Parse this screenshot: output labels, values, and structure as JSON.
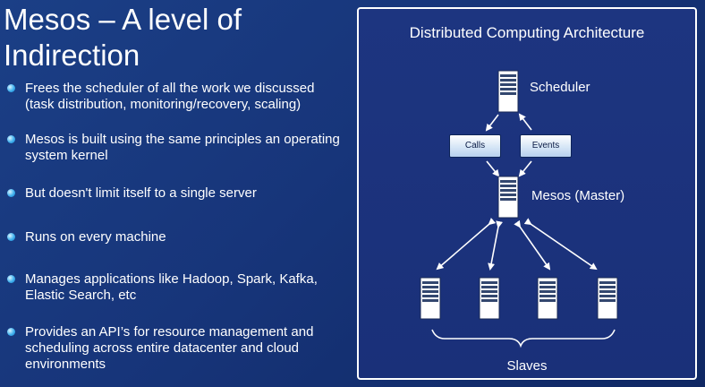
{
  "slide": {
    "title": "Mesos – A level of Indirection",
    "bullets": [
      "Frees the scheduler of all the work we discussed (task distribution, monitoring/recovery, scaling)",
      "Mesos is built using the same principles an operating system kernel",
      "But doesn't limit itself to a single server",
      "Runs on every machine",
      "Manages applications like Hadoop, Spark, Kafka, Elastic Search, etc",
      "Provides an API’s for resource management and scheduling across entire datacenter and cloud environments"
    ]
  },
  "diagram": {
    "title": "Distributed Computing Architecture",
    "scheduler_label": "Scheduler",
    "calls_label": "Calls",
    "events_label": "Events",
    "master_label": "Mesos (Master)",
    "slaves_label": "Slaves"
  },
  "colors": {
    "background": "#17357a",
    "panel": "#1b327c",
    "bullet": "#3fb0ee"
  }
}
